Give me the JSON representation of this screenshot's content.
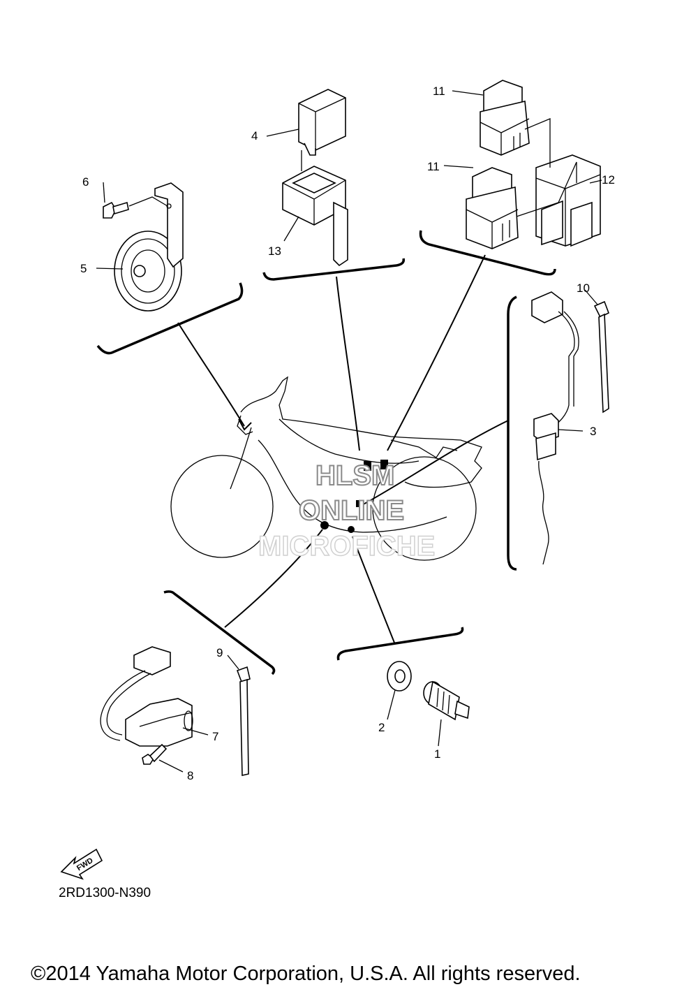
{
  "callouts": [
    {
      "id": "1",
      "text": "1"
    },
    {
      "id": "2",
      "text": "2"
    },
    {
      "id": "3",
      "text": "3"
    },
    {
      "id": "4",
      "text": "4"
    },
    {
      "id": "5",
      "text": "5"
    },
    {
      "id": "6",
      "text": "6"
    },
    {
      "id": "7",
      "text": "7"
    },
    {
      "id": "8",
      "text": "8"
    },
    {
      "id": "9",
      "text": "9"
    },
    {
      "id": "10",
      "text": "10"
    },
    {
      "id": "11a",
      "text": "11"
    },
    {
      "id": "11b",
      "text": "11"
    },
    {
      "id": "12",
      "text": "12"
    },
    {
      "id": "13",
      "text": "13"
    }
  ],
  "watermark": {
    "line1": "HLSM",
    "line2": "ONLINE",
    "line3": "MICROFICHE"
  },
  "fwd_label": "FWD",
  "diagram_code": "2RD1300-N390",
  "copyright": "©2014 Yamaha Motor Corporation, U.S.A. All rights reserved."
}
